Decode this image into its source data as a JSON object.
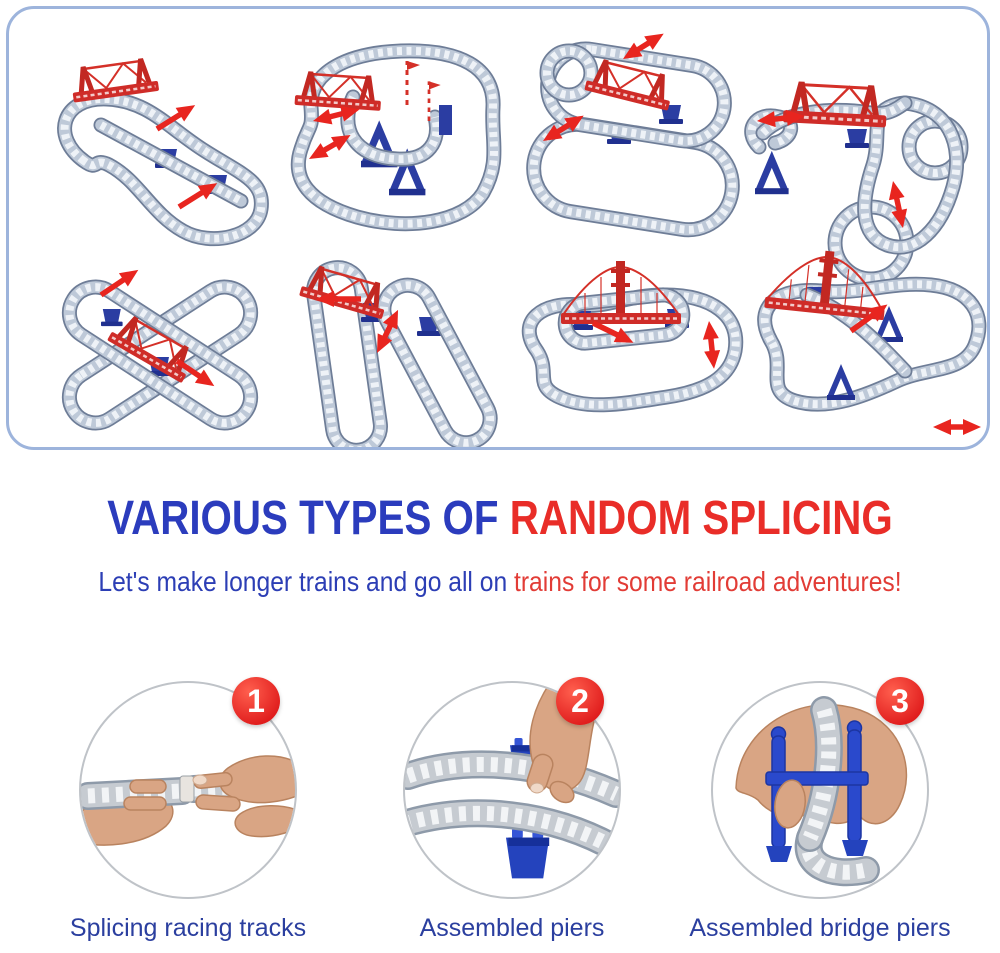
{
  "heading": {
    "blue_text": "VARIOUS TYPES OF ",
    "red_text": "RANDOM SPLICING"
  },
  "subtitle": {
    "blue_text": "Let's make longer trains and go all on ",
    "red_text": "trains for some railroad adventures!"
  },
  "steps": [
    {
      "number": "1",
      "caption": "Splicing racing tracks"
    },
    {
      "number": "2",
      "caption": "Assembled piers"
    },
    {
      "number": "3",
      "caption": "Assembled bridge piers"
    }
  ],
  "panel": {
    "layout_count": 8
  },
  "colors": {
    "heading_blue": "#2b3cbd",
    "heading_red": "#e92d28",
    "subtitle_blue": "#2c3eb5",
    "subtitle_red": "#e23c36",
    "caption_blue": "#2b3f9f",
    "badge_red": "#e01d1d",
    "panel_border": "#9db4dc",
    "track_gray": "#bec9d8",
    "pier_blue": "#2b3da2",
    "bridge_red": "#d43028",
    "arrow_red": "#e8251f"
  }
}
